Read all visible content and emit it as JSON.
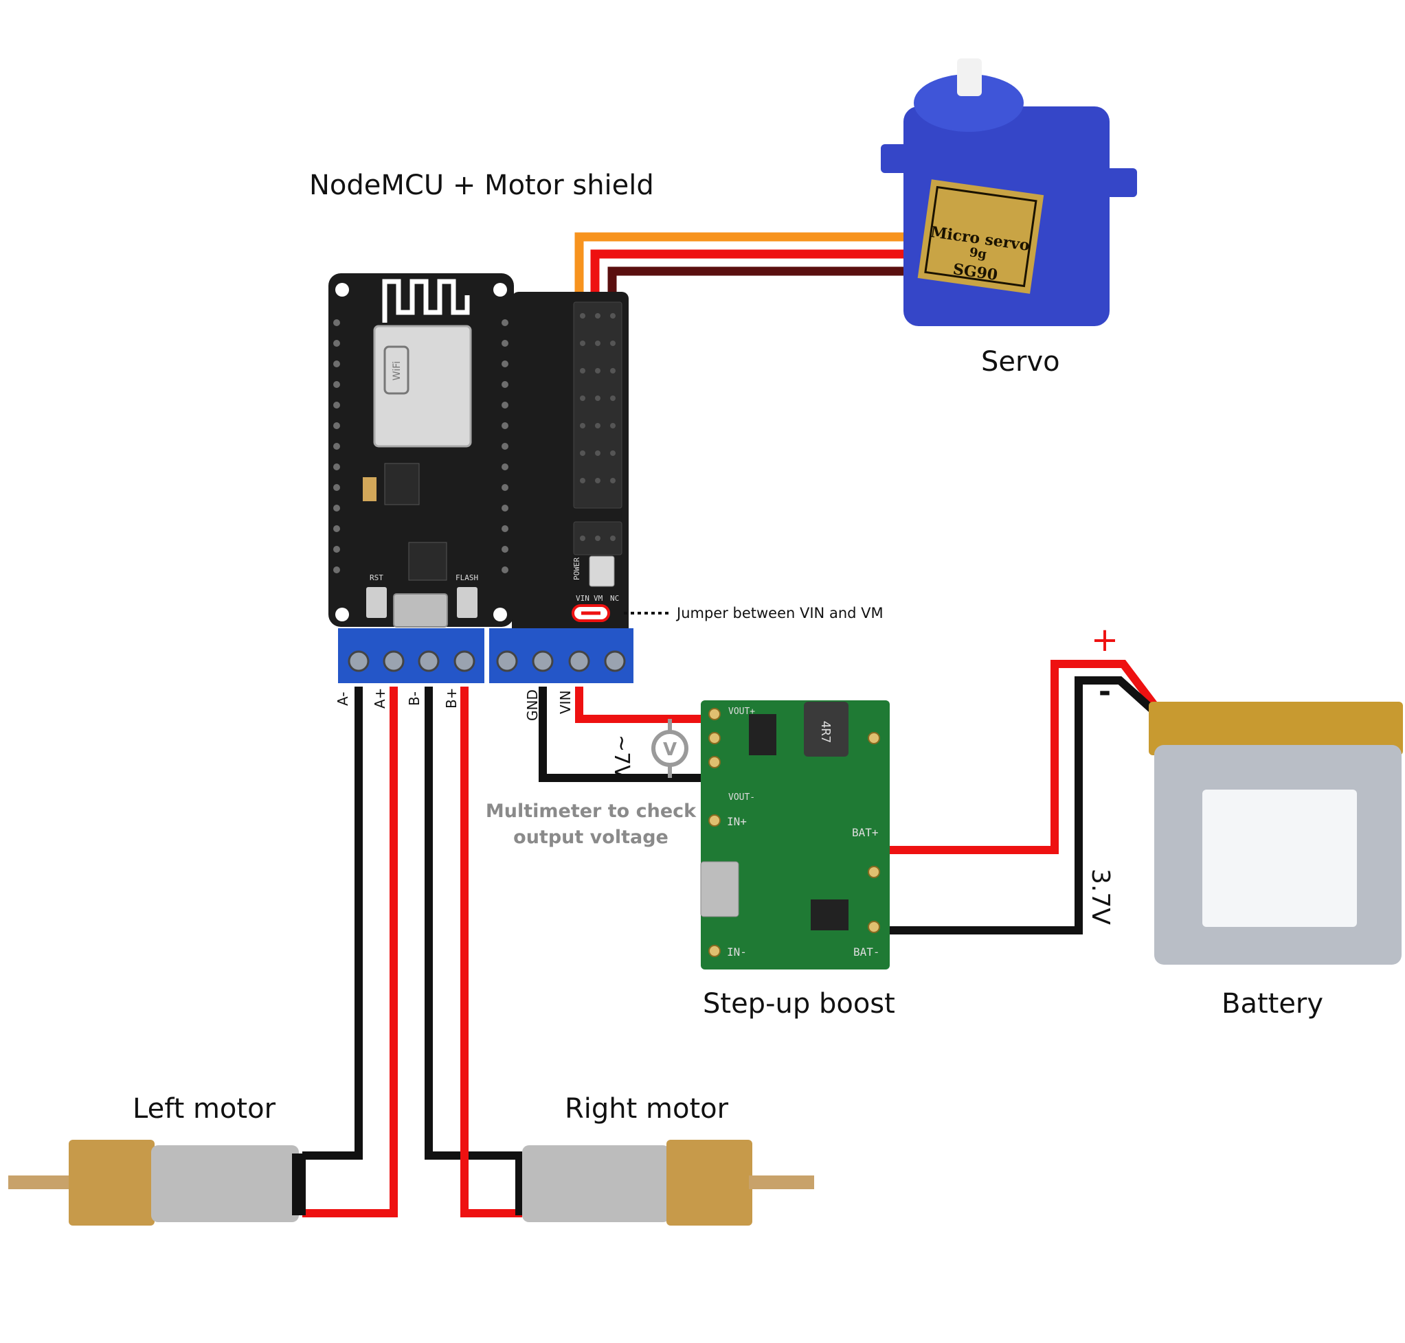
{
  "labels": {
    "nodemcu": "NodeMCU + Motor shield",
    "servo": "Servo",
    "step_up": "Step-up boost",
    "battery": "Battery",
    "left_motor": "Left motor",
    "right_motor": "Right motor",
    "jumper_note": "Jumper between VIN and VM",
    "multimeter_line1": "Multimeter to check",
    "multimeter_line2": "output voltage",
    "boost_output_voltage": "~7V",
    "battery_voltage": "3.7V",
    "voltmeter_symbol": "V",
    "battery_plus": "+",
    "battery_minus": "-"
  },
  "terminals": {
    "a_minus": "A-",
    "a_plus": "A+",
    "b_minus": "B-",
    "b_plus": "B+",
    "gnd": "GND",
    "vin": "VIN"
  },
  "servo_label": {
    "line1": "Micro servo",
    "line2": "9g",
    "line3": "SG90"
  },
  "board_silk": {
    "rst": "RST",
    "flash": "FLASH",
    "vin": "VIN",
    "vm": "VM",
    "nc": "NC",
    "power": "POWER"
  },
  "boost_silk": {
    "in_plus": "IN+",
    "in_minus": "IN-",
    "bat_plus": "BAT+",
    "bat_minus": "BAT-",
    "vout_plus": "VOUT+",
    "vout_minus": "VOUT-",
    "inductor": "4R7"
  },
  "colors": {
    "wire_red": "#ee1111",
    "wire_black": "#111111",
    "wire_orange": "#f7931e",
    "wire_brown": "#5a0f0f",
    "terminal_blue": "#2456c8",
    "pcb_black": "#1c1c1c",
    "pcb_green": "#1f7a34",
    "servo_blue": "#3546c8"
  },
  "icons": {
    "voltmeter": "voltmeter-icon",
    "wifi": "wifi-icon"
  }
}
